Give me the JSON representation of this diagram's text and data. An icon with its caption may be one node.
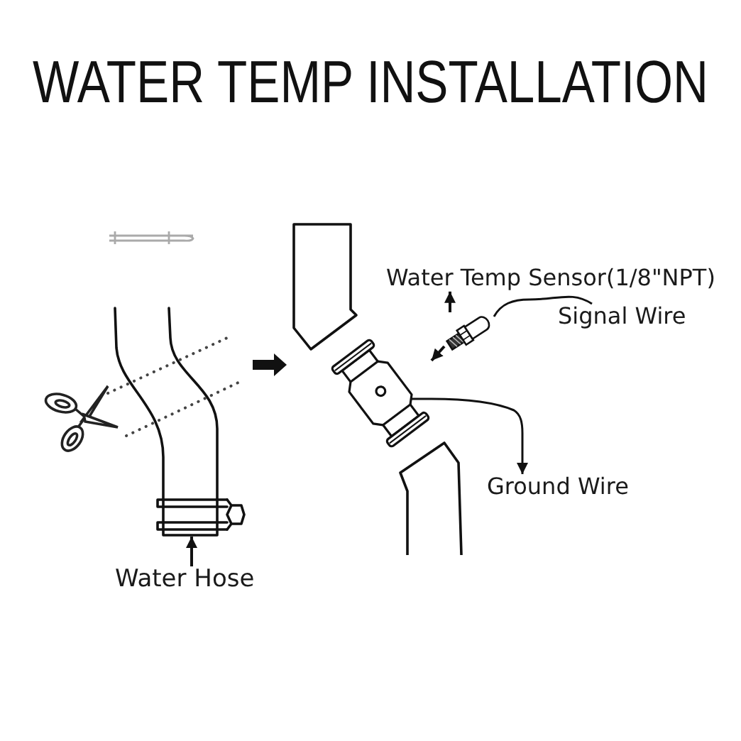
{
  "diagram": {
    "title": "WATER TEMP INSTALLATION",
    "nodes": [
      {
        "text": [],
        "shape": "picture"
      },
      {
        "text": [
          "Water Hose"
        ]
      },
      {
        "text": [],
        "shape": "picture"
      },
      {
        "text": [],
        "shape": "picture",
        "in": 2
      },
      {
        "text": [],
        "shape": "picture"
      },
      {
        "text": [
          "Water Temp Sensor(1/8\"NPT)"
        ]
      },
      {
        "text": [
          "Signal Wire"
        ]
      },
      {
        "text": [
          "Ground Wire"
        ]
      }
    ],
    "edges": [
      {
        "from": 1,
        "to": 0,
        "arrow": "to"
      },
      {
        "from": 0,
        "to": 2,
        "arrow": "to",
        "style": "thick"
      },
      {
        "from": 4,
        "to": 3,
        "arrow": "to"
      },
      {
        "from": 4,
        "to": 5,
        "arrow": "to"
      },
      {
        "from": 4,
        "to": 6,
        "arrow": "none"
      },
      {
        "from": 3,
        "to": 7,
        "arrow": "to"
      }
    ]
  }
}
